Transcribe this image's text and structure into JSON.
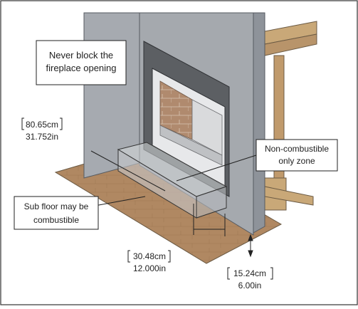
{
  "callouts": {
    "never_block_line1": "Never block the",
    "never_block_line2": "fireplace opening",
    "non_combustible_line1": "Non-combustible",
    "non_combustible_line2": "only zone",
    "sub_floor_line1": "Sub floor may be",
    "sub_floor_line2": "combustible"
  },
  "dimensions": {
    "width_cm": "80.65cm",
    "width_in": "31.752in",
    "depth_cm": "30.48cm",
    "depth_in": "12.000in",
    "height_cm": "15.24cm",
    "height_in": "6.00in"
  },
  "colors": {
    "chimney_front": "#a5a9ae",
    "chimney_side": "#8e939a",
    "wall_panel": "#a6aab0",
    "floor": "#b08862",
    "plywood": "#c9a878",
    "firebrick": "#b08a6e",
    "fireplace_frame": "#5c5f63"
  }
}
